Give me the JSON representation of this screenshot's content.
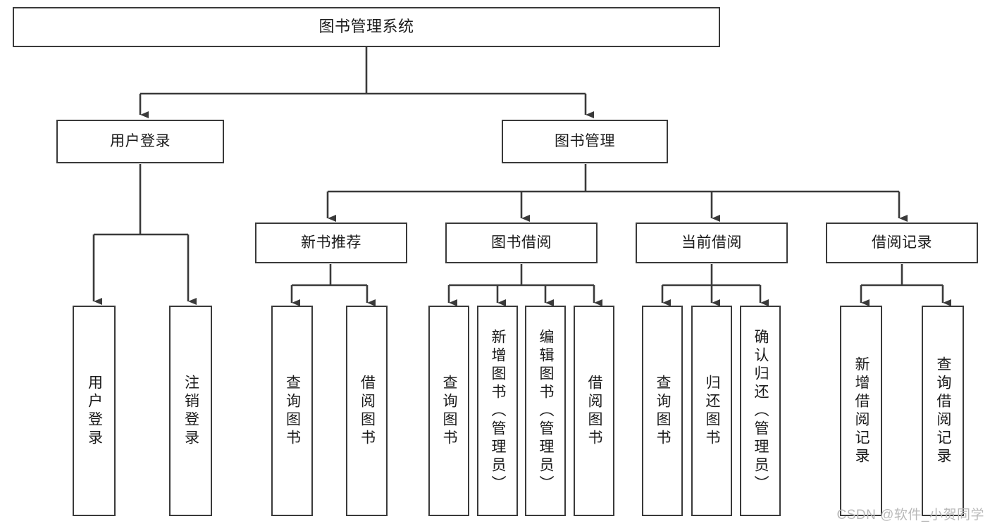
{
  "diagram": {
    "title": "图书管理系统",
    "type": "tree",
    "stroke_color": "#3a3a3a",
    "fill_color": "#ffffff",
    "text_color": "#1b1b1b",
    "watermark": "CSDN @软件_小贺同学",
    "root": {
      "label": "图书管理系统"
    },
    "level2": [
      {
        "id": "user-login",
        "label": "用户登录"
      },
      {
        "id": "book-manage",
        "label": "图书管理"
      }
    ],
    "level3": [
      {
        "id": "new-book-rec",
        "label": "新书推荐",
        "parent": "book-manage"
      },
      {
        "id": "book-borrow",
        "label": "图书借阅",
        "parent": "book-manage"
      },
      {
        "id": "current-borrow",
        "label": "当前借阅",
        "parent": "book-manage"
      },
      {
        "id": "borrow-record",
        "label": "借阅记录",
        "parent": "book-manage"
      }
    ],
    "leaves": {
      "user-login": [
        {
          "id": "leaf-user-login",
          "label": "用户登录"
        },
        {
          "id": "leaf-logout",
          "label": "注销登录"
        }
      ],
      "new-book-rec": [
        {
          "id": "leaf-query-book-1",
          "label": "查询图书"
        },
        {
          "id": "leaf-borrow-book-1",
          "label": "借阅图书"
        }
      ],
      "book-borrow": [
        {
          "id": "leaf-query-book-2",
          "label": "查询图书"
        },
        {
          "id": "leaf-add-book",
          "label": "新增图书（管理员）"
        },
        {
          "id": "leaf-edit-book",
          "label": "编辑图书（管理员）"
        },
        {
          "id": "leaf-borrow-book-2",
          "label": "借阅图书"
        }
      ],
      "current-borrow": [
        {
          "id": "leaf-query-book-3",
          "label": "查询图书"
        },
        {
          "id": "leaf-return-book",
          "label": "归还图书"
        },
        {
          "id": "leaf-confirm-return",
          "label": "确认归还（管理员）"
        }
      ],
      "borrow-record": [
        {
          "id": "leaf-add-record",
          "label": "新增借阅记录"
        },
        {
          "id": "leaf-query-record",
          "label": "查询借阅记录"
        }
      ]
    }
  }
}
